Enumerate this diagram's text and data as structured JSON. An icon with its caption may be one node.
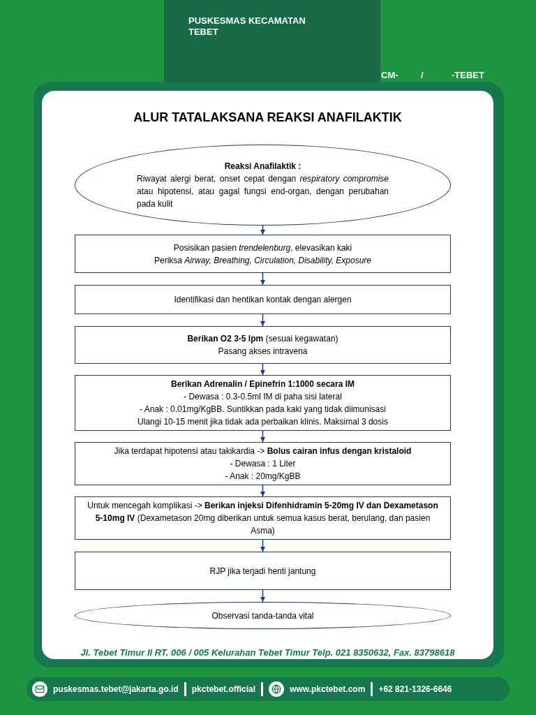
{
  "diagram": {
    "title": "ALUR TATALAKSANA REAKSI ANAFILAKTIK",
    "nodes": [
      {
        "text": [
          "Reaksi Anafilaktik :",
          "Riwayat alergi berat, onset cepat dengan *respiratory compromise* atau hipotensi, atau gagal fungsi end-organ, dengan perubahan pada kulit"
        ]
      },
      {
        "text": [
          "Posisikan pasien *trendelenburg*, elevasikan kaki",
          "Periksa *Airway, Breathing, Circulation, Disability, Exposure*"
        ]
      },
      {
        "text": [
          "Identifikasi dan hentikan kontak dengan alergen"
        ]
      },
      {
        "text": [
          "**Berikan O2 3-5 lpm** (sesuai kegawatan)",
          "Pasang akses intravena"
        ]
      },
      {
        "text": [
          "**Berikan Adrenalin / Epinefrin 1:1000 secara IM**",
          "- Dewasa : 0.3-0.5ml IM di paha sisi lateral",
          "- Anak : 0.01mg/KgBB. Suntikkan pada kaki yang tidak diimunisasi",
          "Ulangi 10-15 menit jika tidak ada perbaikan klinis. Maksimal 3 dosis"
        ]
      },
      {
        "text": [
          "Jika terdapat hipotensi atau takikardia -> **Bolus cairan infus dengan kristaloid**",
          "- Dewasa : 1 Liter",
          "- Anak : 20mg/KgBB"
        ]
      },
      {
        "text": [
          "Untuk mencegah komplikasi -> **Berikan injeksi Difenhidramin 5-20mg IV dan Dexametason 5-10mg IV** (Dexametason 20mg diberikan untuk semua kasus berat, berulang, dan pasien Asma)"
        ]
      },
      {
        "text": [
          "RJP jika terjadi henti jantung"
        ]
      },
      {
        "text": [
          "Observasi tanda-tanda vital"
        ]
      }
    ],
    "edges": [
      {
        "from": 0,
        "to": 1,
        "arrow": "to"
      },
      {
        "from": 1,
        "to": 2,
        "arrow": "to"
      },
      {
        "from": 2,
        "to": 3,
        "arrow": "to"
      },
      {
        "from": 3,
        "to": 4,
        "arrow": "to"
      },
      {
        "from": 4,
        "to": 5,
        "arrow": "to"
      },
      {
        "from": 5,
        "to": 6,
        "arrow": "to"
      },
      {
        "from": 6,
        "to": 7,
        "arrow": "to"
      },
      {
        "from": 7,
        "to": 8,
        "arrow": "to"
      }
    ],
    "labels": [
      "PUSKESMAS KECAMATAN TEBET",
      "CM-",
      "/",
      "-TEBET",
      "Jl. Tebet Timur II RT. 006 / 005 Kelurahan Tebet Timur Telp. 021 8350632, Fax. 83798618",
      "puskesmas.tebet@jakarta.go.id",
      "pkctebet.official",
      "www.pkctebet.com",
      "+62 821-1326-6646"
    ]
  }
}
